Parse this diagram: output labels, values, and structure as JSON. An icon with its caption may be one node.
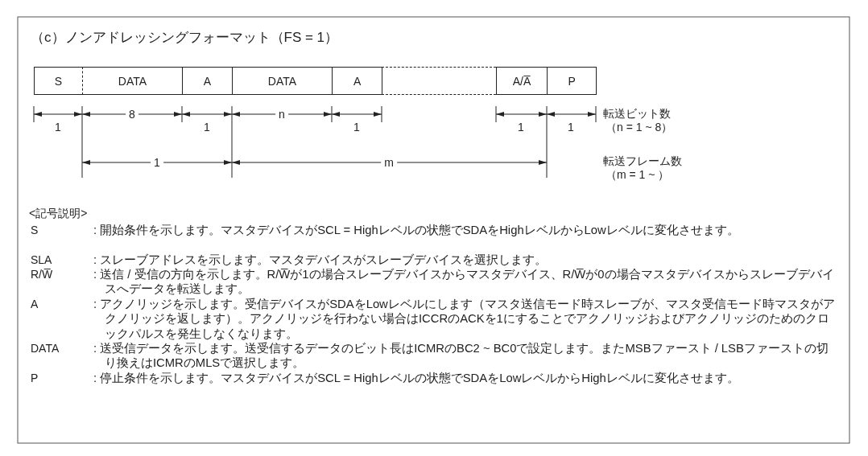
{
  "diagram": {
    "title": "（c）ノンアドレッシングフォーマット（FS = 1）",
    "nodes": [
      {
        "text": [
          "S"
        ]
      },
      {
        "text": [
          "DATA"
        ]
      },
      {
        "text": [
          "A"
        ]
      },
      {
        "text": [
          "DATA"
        ]
      },
      {
        "text": [
          "A"
        ]
      },
      {
        "text": [],
        "shape": "box"
      },
      {
        "text": [
          "A/A̅"
        ]
      },
      {
        "text": [
          "P"
        ]
      }
    ],
    "labels": [
      "1",
      "8",
      "1",
      "n",
      "1",
      "1",
      "1",
      "転送ビット数",
      "（n = 1 ~ 8）",
      "1",
      "m",
      "転送フレーム数",
      "（m = 1 ~ ）",
      "<記号説明>",
      "S",
      ": 開始条件を示します。マスタデバイスがSCL = Highレベルの状態でSDAをHighレベルからLowレベルに変化させます。",
      "SLA",
      ": スレーブアドレスを示します。マスタデバイスがスレーブデバイスを選択します。",
      "R/W̅",
      ": 送信 / 受信の方向を示します。R/W̅が1の場合スレーブデバイスからマスタデバイス、R/W̅が0の場合マスタデバイスからスレーブデバイスへデータを転送します。",
      "A",
      ": アクノリッジを示します。受信デバイスがSDAをLowレベルにします（マスタ送信モード時スレーブが、マスタ受信モード時マスタがアクノリッジを返します）。アクノリッジを行わない場合はICCRのACKを1にすることでアクノリッジおよびアクノリッジのためのクロックパルスを発生しなくなります。",
      "DATA",
      ": 送受信データを示します。送受信するデータのビット長はICMRのBC2 ~ BC0で設定します。またMSBファースト / LSBファーストの切り換えはICMRのMLSで選択します。",
      "P",
      ": 停止条件を示します。マスタデバイスがSCL = Highレベルの状態でSDAをLowレベルからHighレベルに変化させます。"
    ]
  }
}
